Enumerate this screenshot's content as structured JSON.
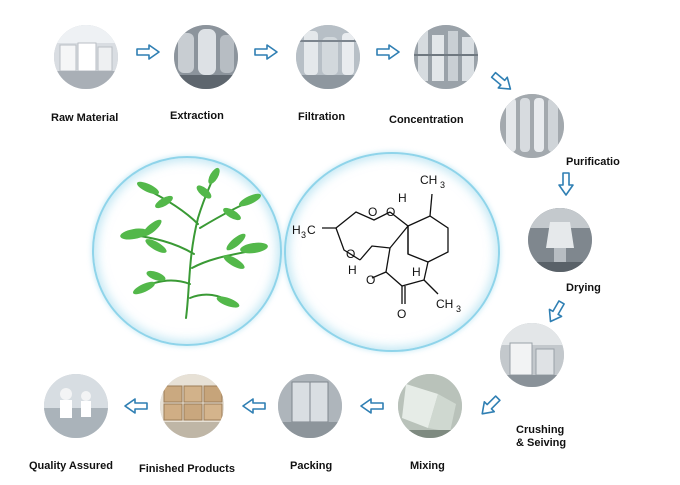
{
  "diagram": {
    "steps": [
      {
        "id": "raw-material",
        "label": "Raw Material",
        "photo": "warehouse-photo"
      },
      {
        "id": "extraction",
        "label": "Extraction",
        "photo": "extraction-tanks-photo"
      },
      {
        "id": "filtration",
        "label": "Filtration",
        "photo": "filtration-equipment-photo"
      },
      {
        "id": "concentration",
        "label": "Concentration",
        "photo": "concentration-equipment-photo"
      },
      {
        "id": "purification",
        "label": "Purificatio",
        "photo": "purification-columns-photo"
      },
      {
        "id": "drying",
        "label": "Drying",
        "photo": "dryer-photo"
      },
      {
        "id": "crushing",
        "label_line1": "Crushing",
        "label_line2": "& Seiving",
        "photo": "crusher-photo"
      },
      {
        "id": "mixing",
        "label": "Mixing",
        "photo": "mixer-photo"
      },
      {
        "id": "packing",
        "label": "Packing",
        "photo": "packing-room-photo"
      },
      {
        "id": "finished-products",
        "label": "Finished Products",
        "photo": "cartons-photo"
      },
      {
        "id": "quality-assured",
        "label": "Quality Assured",
        "photo": "lab-photo"
      }
    ],
    "center": {
      "plant_image": "artemisia-plant-illustration",
      "molecule_image": "artemisinin-structure",
      "molecule_labels": {
        "methyl_top": "CH",
        "methyl_top_sub": "3",
        "methyl_left": "H",
        "methyl_left_sub": "3",
        "methyl_left_tail": "C",
        "h_upper": "H",
        "h_lower": "H",
        "h_left": "H",
        "o1": "O",
        "o2": "O",
        "o3": "O",
        "o4": "O",
        "carbonyl_o": "O",
        "methyl_right": "CH",
        "methyl_right_sub": "3"
      }
    },
    "colors": {
      "arrow_stroke": "#2f7fb3",
      "arrow_fill": "#ffffff",
      "circle_ring": "#8fd4ea",
      "label_text": "#111111"
    }
  }
}
